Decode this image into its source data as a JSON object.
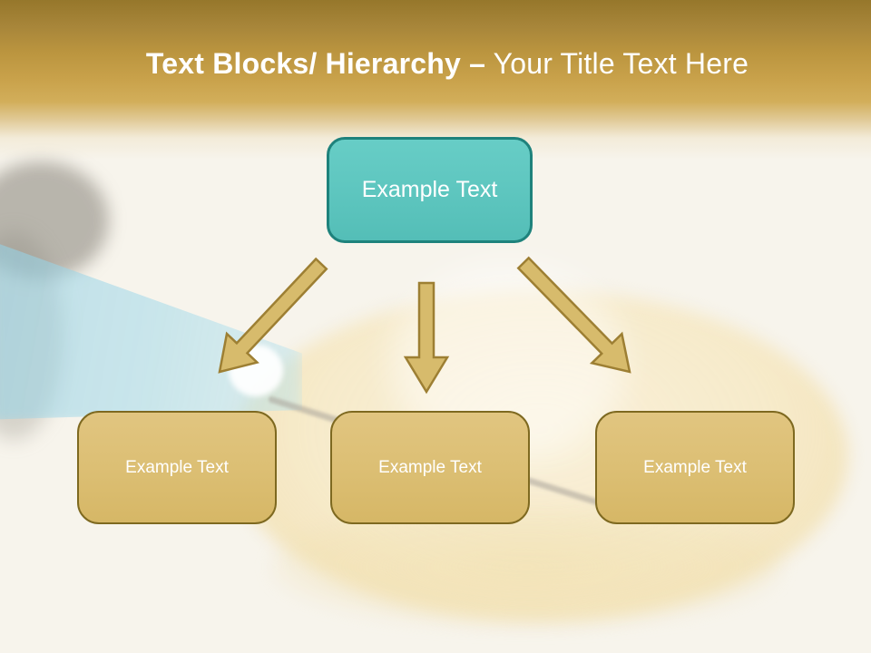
{
  "title": {
    "bold": "Text Blocks/ Hierarchy –",
    "regular": " Your Title Text Here"
  },
  "diagram": {
    "root": {
      "label": "Example Text"
    },
    "children": [
      {
        "label": "Example Text"
      },
      {
        "label": "Example Text"
      },
      {
        "label": "Example Text"
      }
    ]
  },
  "colors": {
    "canvas_bg": "#F7F4EC",
    "header_gold_top": "#96772B",
    "header_gold_bottom": "#D2AE5A",
    "teal_fill": "#5FC7C0",
    "teal_border": "#1E827C",
    "gold_fill": "#DCBF74",
    "gold_border": "#7E6920",
    "arrow_fill": "#D7BB6C",
    "arrow_border": "#9D7F33",
    "title_text": "#FFFFFF",
    "node_text": "#FFFFFF"
  }
}
